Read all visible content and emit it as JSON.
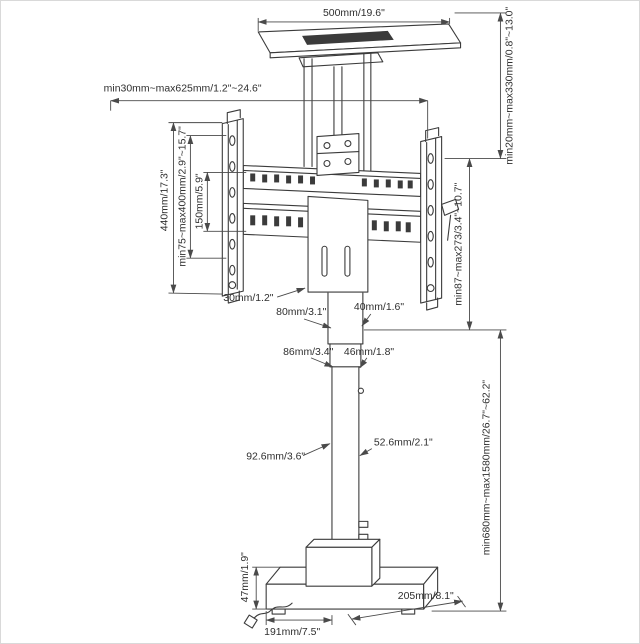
{
  "meta": {
    "description": "Motorised TV lift floor stand - dimensioned technical line drawing"
  },
  "colors": {
    "line": "#3b3b3b",
    "dim": "#4a4a4a",
    "slot_fill": "#3b3b3b",
    "background": "#ffffff",
    "border": "#d9d9d9"
  },
  "labels": {
    "top_width": "500mm/19.6\"",
    "travel_range": "min30mm~max625mm/1.2\"~24.6\"",
    "shelf_gap_range": "min20mm~max330mm/0.8\"~13.0\"",
    "bracket_height": "440mm/17.3\"",
    "vesa_height_range": "min75~max400mm/2.9\"~15.7\"",
    "hole_spacing": "150mm/5.9\"",
    "plate_offset": "30mm/1.2\"",
    "upper_tube_width": "80mm/3.1\"",
    "upper_tube_depth": "40mm/1.6\"",
    "mid_tube_width": "86mm/3.4\"",
    "mid_tube_depth": "46mm/1.8\"",
    "bracket_drop_range": "min87~max273/3.4\"~10.7\"",
    "lower_tube_width": "92.6mm/3.6\"",
    "lower_tube_depth": "52.6mm/2.1\"",
    "overall_height_range": "min680mm~max1580mm/26.7\"~62.2\"",
    "base_height": "47mm/1.9\"",
    "base_depth": "191mm/7.5\"",
    "base_width": "205mm/8.1\""
  }
}
